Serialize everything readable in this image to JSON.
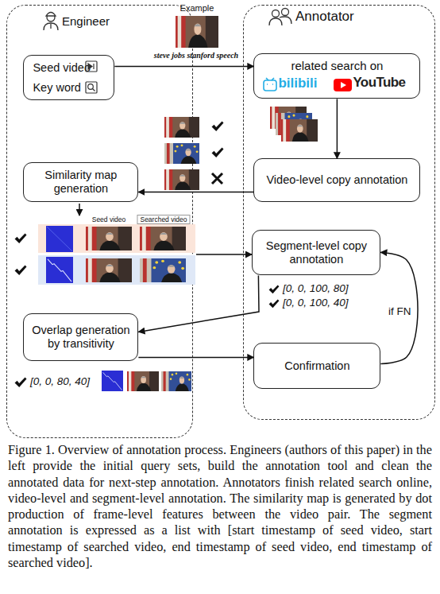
{
  "diagram": {
    "caption": "Figure 1. Overview of annotation process. Engineers (authors of this paper) in the left provide the initial query sets, build the annotation tool and clean the annotated data for next-step annotation. Annotators finish related search online, video-level and segment-level annotation. The similarity map is generated by dot production of frame-level features between the video pair. The segment annotation is expressed as a list with [start timestamp of seed video, start timestamp of searched video, end timestamp of seed video, end timestamp of searched video].",
    "nodes": [
      {
        "text": [
          "Engineer"
        ]
      },
      {
        "text": [
          "Annotator"
        ]
      },
      {
        "text": [
          "Seed video",
          "Key word"
        ],
        "in": 0
      },
      {
        "text": [
          "related search on",
          "bilibili",
          "YouTube"
        ],
        "in": 1
      },
      {
        "text": [
          "Video-level copy annotation"
        ],
        "in": 1
      },
      {
        "text": [
          "Similarity map generation"
        ],
        "in": 0
      },
      {
        "text": [
          "Segment-level copy annotation"
        ],
        "in": 1
      },
      {
        "text": [
          "Overlap generation by transitivity"
        ],
        "in": 0
      },
      {
        "text": [
          "Confirmation"
        ],
        "in": 1
      }
    ],
    "edges": [
      {
        "from": 2,
        "to": 3,
        "arrow": "to",
        "label": "steve jobs stanford speech"
      },
      {
        "from": 3,
        "to": 4,
        "arrow": "to"
      },
      {
        "from": 4,
        "to": 5,
        "arrow": "to"
      },
      {
        "from": 6,
        "to": 7,
        "arrow": "to"
      },
      {
        "from": 7,
        "to": 8,
        "arrow": "to"
      },
      {
        "from": 8,
        "to": 6,
        "arrow": "to",
        "label": "if FN"
      }
    ],
    "labels": [
      "Example",
      "Seed video",
      "Searched video",
      "[0, 0, 100, 80]",
      "[0, 0, 100, 40]",
      "[0, 0, 80, 40]"
    ]
  }
}
